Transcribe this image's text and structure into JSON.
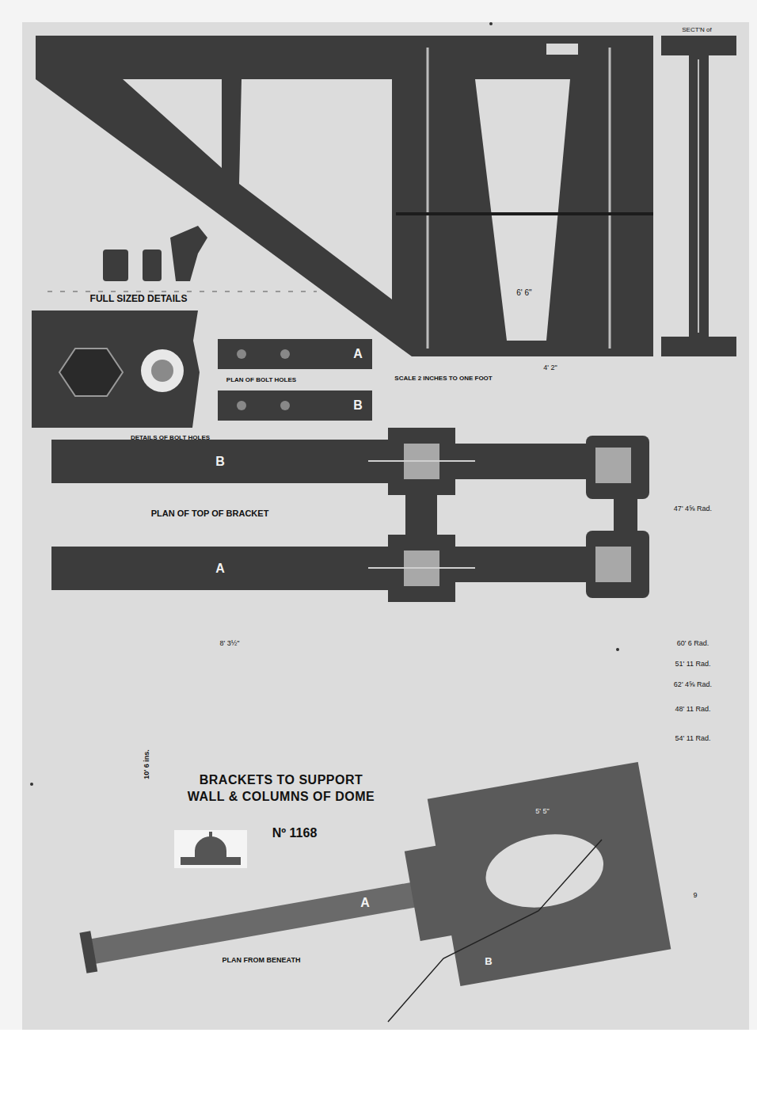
{
  "diagram": {
    "title": "BRACKETS TO SUPPORT WALL & COLUMNS OF DOME",
    "labels": [
      "FULL SIZED DETAILS",
      "A",
      "PLAN OF BOLT HOLES",
      "B",
      "DETAILS OF BOLT HOLES",
      "SCALE 2 INCHES TO ONE FOOT",
      "B",
      "PLAN OF TOP OF BRACKET",
      "47' 4⅝ Rad.",
      "A",
      "8' 3½\"",
      "60' 6 Rad.",
      "51' 11 Rad.",
      "62' 4⅝ Rad.",
      "48' 11 Rad.",
      "54' 11 Rad.",
      "10' 6 ins.",
      "Nº 1168",
      "A",
      "PLAN FROM BENEATH",
      "B",
      "SECT'N of",
      "6' 6\"",
      "4' 2\"",
      "9",
      "5' 5\""
    ]
  }
}
